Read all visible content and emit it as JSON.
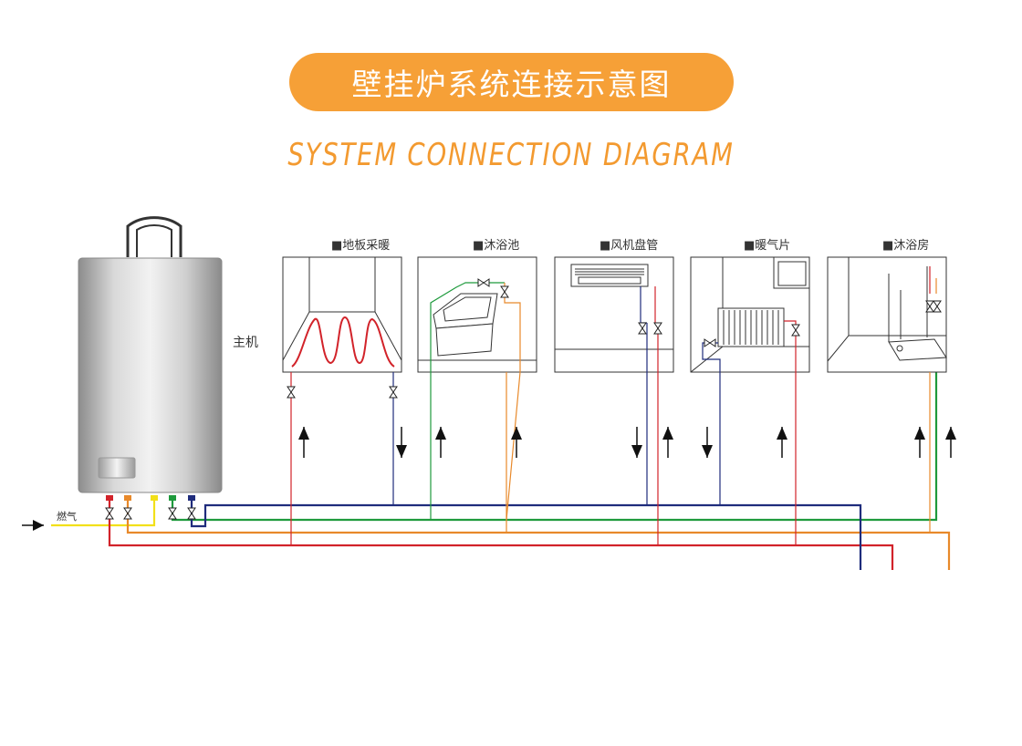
{
  "title": "壁挂炉系统连接示意图",
  "subtitle": "SYSTEM CONNECTION DIAGRAM",
  "boiler_label": "主机",
  "gas_label": "燃气",
  "rooms": [
    {
      "label": "■地板采暖"
    },
    {
      "label": "■沐浴池"
    },
    {
      "label": "■风机盘管"
    },
    {
      "label": "■暖气片"
    },
    {
      "label": "■沐浴房"
    }
  ],
  "colors": {
    "accent": "#f6a037",
    "pipe_red": "#d2232a",
    "pipe_orange": "#e8892a",
    "pipe_yellow": "#f2e019",
    "pipe_green": "#1e9a3c",
    "pipe_blue": "#1f2c7c"
  }
}
